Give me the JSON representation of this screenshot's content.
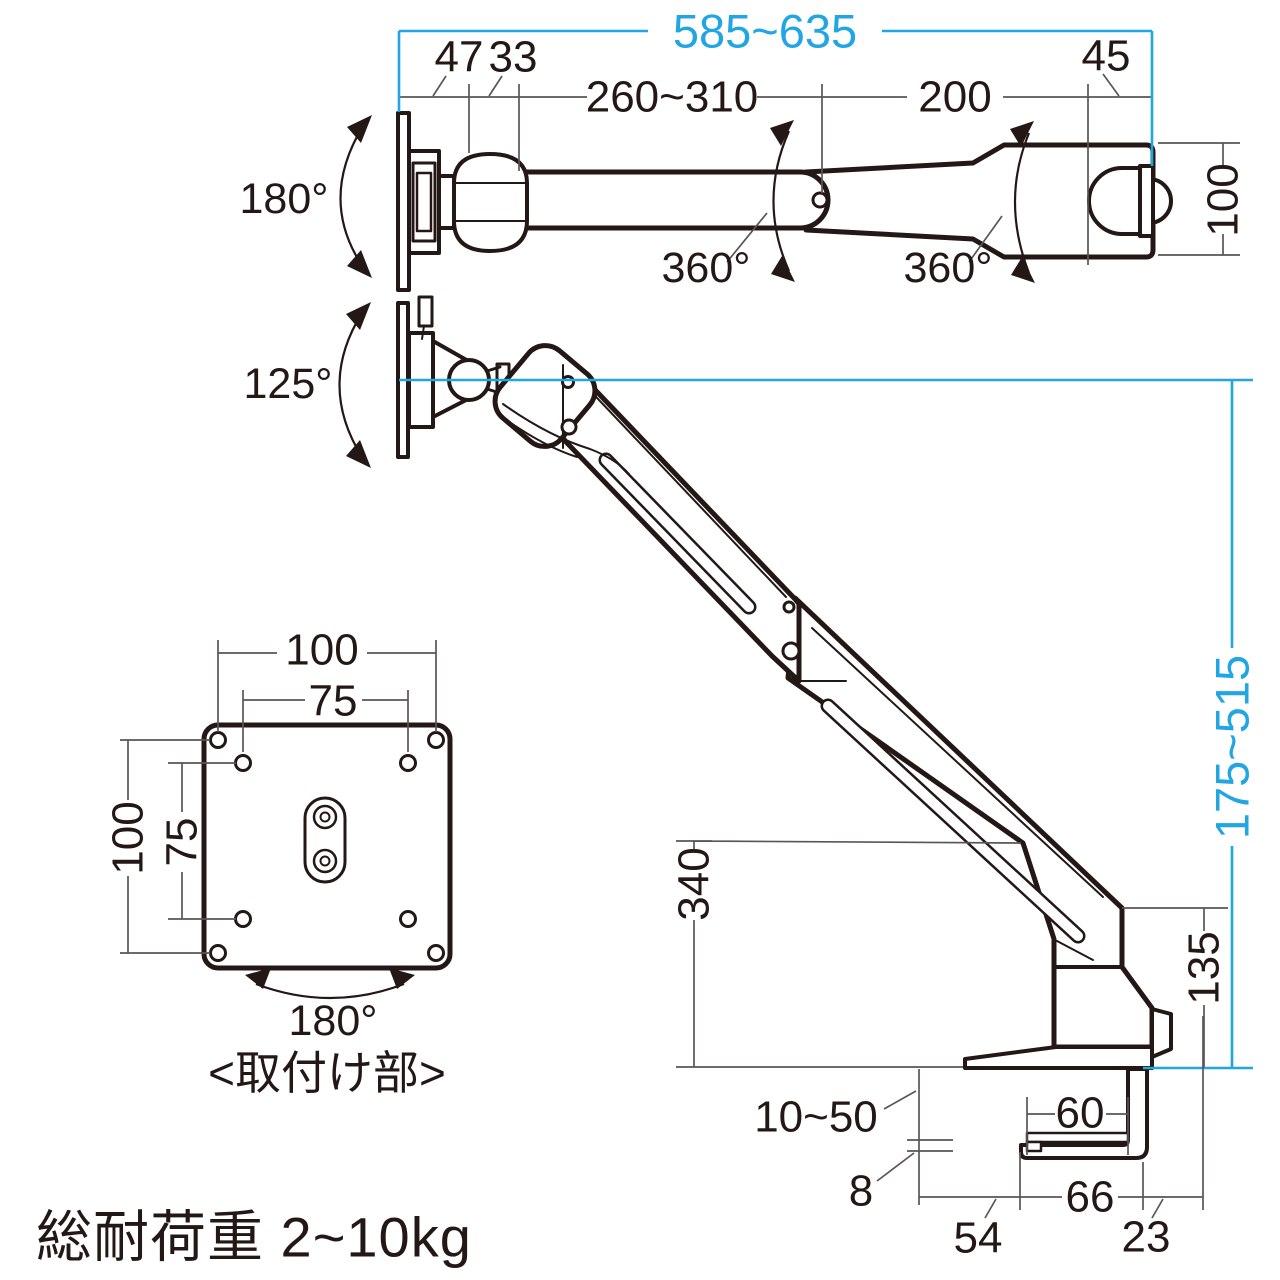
{
  "colors": {
    "ink": "#231815",
    "accent_cyan": "#22a6e3",
    "dim_line": "#5a5556",
    "background": "#ffffff"
  },
  "top_view": {
    "overall_width": "585~635",
    "wall_offset": "47",
    "hinge_offset": "33",
    "arm1_length": "260~310",
    "arm2_length": "200",
    "head_length": "45",
    "head_width": "100",
    "wall_swivel": "180°",
    "mid_rotation": "360°",
    "end_rotation": "360°"
  },
  "side_view": {
    "tilt_range": "125°",
    "height_range": "175~515",
    "elbow_height": "340",
    "clamp_height": "135",
    "desk_thickness": "10~50",
    "pad_thickness": "8",
    "pad_width": "60",
    "jaw_depth": "66",
    "reach_under": "54",
    "back_offset": "23"
  },
  "vesa": {
    "pitch_100_w": "100",
    "pitch_75_w": "75",
    "pitch_100_h": "100",
    "pitch_75_h": "75",
    "plate_rotation": "180°",
    "caption": "<取付け部>"
  },
  "footer": {
    "load_label": "総耐荷重 2~10kg"
  }
}
